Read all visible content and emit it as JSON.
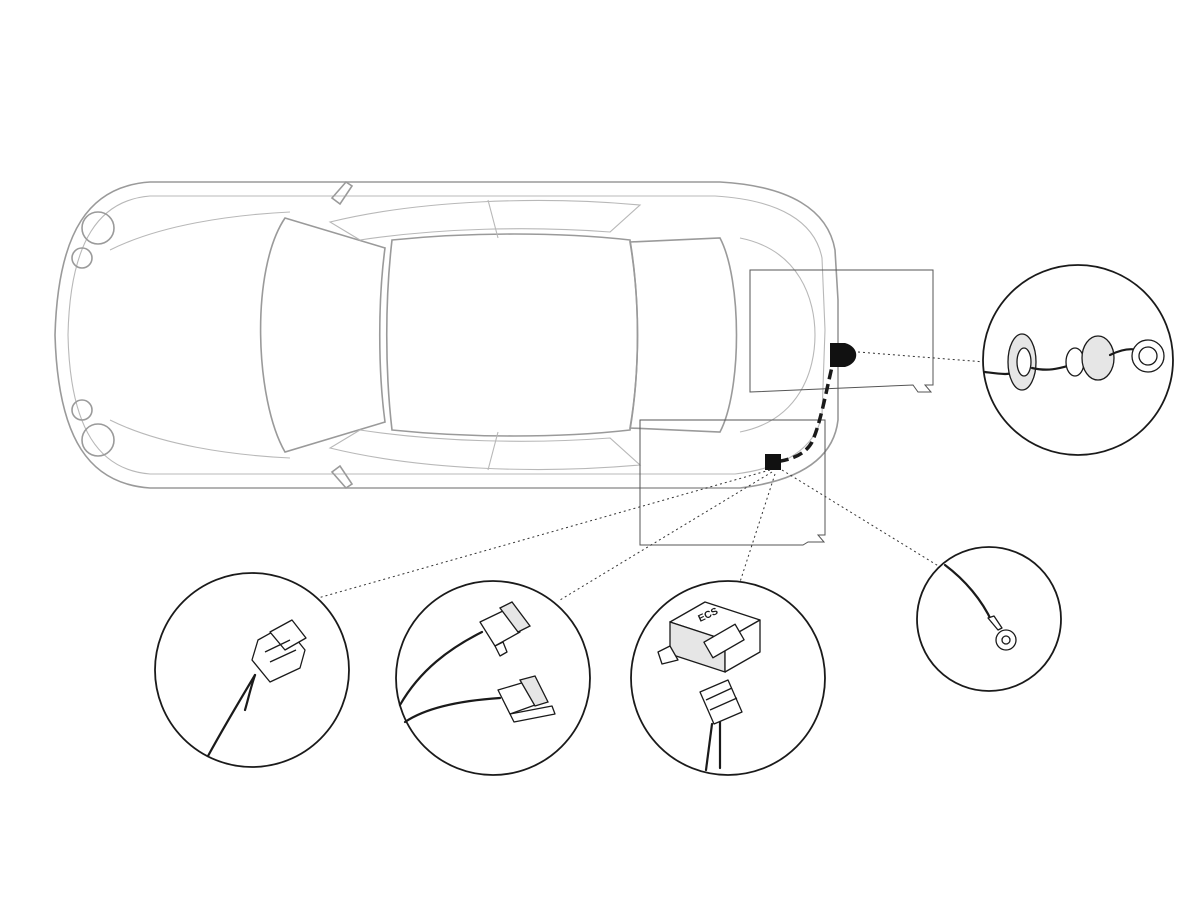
{
  "diagram": {
    "subject": "vehicle-towbar-wiring-kit",
    "details": [
      {
        "id": "tow-socket",
        "icon": "tow-socket-icon"
      },
      {
        "id": "vehicle-plug",
        "icon": "connector-plug-icon"
      },
      {
        "id": "light-connectors",
        "icon": "light-connector-pair-icon"
      },
      {
        "id": "control-module",
        "icon": "control-module-icon"
      },
      {
        "id": "ground-lug",
        "icon": "ring-terminal-icon"
      }
    ],
    "colors": {
      "outline": "#9a9a9a",
      "ink": "#1a1a1a",
      "background": "#ffffff"
    }
  }
}
